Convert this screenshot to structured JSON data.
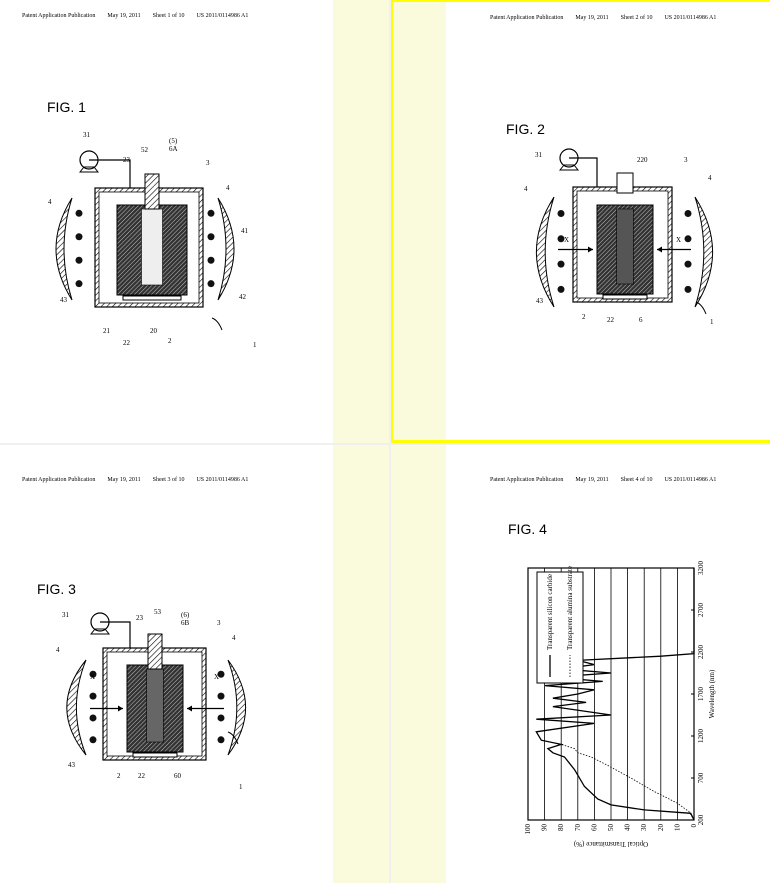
{
  "viewer": {
    "selected_page": 2
  },
  "pages": [
    {
      "header": {
        "publication": "Patent Application Publication",
        "date": "May 19, 2011",
        "sheet": "Sheet 1 of 10",
        "number": "US 2011/0114986 A1"
      },
      "figure_title": "FIG. 1",
      "labels": [
        "31",
        "52",
        "(5)",
        "6A",
        "23",
        "3",
        "4",
        "4",
        "41",
        "43",
        "42",
        "21",
        "22",
        "20",
        "2",
        "1"
      ]
    },
    {
      "header": {
        "publication": "Patent Application Publication",
        "date": "May 19, 2011",
        "sheet": "Sheet 2 of 10",
        "number": "US 2011/0114986 A1"
      },
      "figure_title": "FIG. 2",
      "labels": [
        "31",
        "220",
        "3",
        "4",
        "4",
        "X",
        "X",
        "43",
        "2",
        "22",
        "6",
        "1"
      ]
    },
    {
      "header": {
        "publication": "Patent Application Publication",
        "date": "May 19, 2011",
        "sheet": "Sheet 3 of 10",
        "number": "US 2011/0114986 A1"
      },
      "figure_title": "FIG. 3",
      "labels": [
        "31",
        "23",
        "53",
        "(6)",
        "6B",
        "3",
        "4",
        "4",
        "X",
        "X",
        "43",
        "2",
        "22",
        "60",
        "1"
      ]
    },
    {
      "header": {
        "publication": "Patent Application Publication",
        "date": "May 19, 2011",
        "sheet": "Sheet 4 of 10",
        "number": "US 2011/0114986 A1"
      },
      "figure_title": "FIG. 4"
    }
  ],
  "chart_data": {
    "type": "line",
    "title": "FIG. 4",
    "xlabel": "Wavelength (nm)",
    "ylabel": "Optical Transmittance (%)",
    "xlim": [
      200,
      3200
    ],
    "ylim": [
      0,
      100
    ],
    "xticks": [
      200,
      700,
      1200,
      1700,
      2200,
      2700,
      3200
    ],
    "yticks": [
      0,
      10,
      20,
      30,
      40,
      50,
      60,
      70,
      80,
      90,
      100
    ],
    "grid": true,
    "legend_position": "top-left",
    "series": [
      {
        "name": "Transparent silicon carbide",
        "style": "solid",
        "x": [
          200,
          280,
          320,
          380,
          450,
          600,
          800,
          950,
          1000,
          1050,
          1100,
          1150,
          1250,
          1350,
          1400,
          1450,
          1550,
          1600,
          1650,
          1700,
          1750,
          1800,
          1850,
          1900,
          1950,
          2000,
          2050,
          2100,
          2150,
          2180,
          3200
        ],
        "y": [
          0,
          2,
          30,
          50,
          58,
          66,
          72,
          78,
          85,
          88,
          80,
          92,
          95,
          60,
          95,
          50,
          85,
          65,
          85,
          70,
          60,
          90,
          55,
          85,
          50,
          80,
          60,
          70,
          20,
          0,
          0
        ]
      },
      {
        "name": "Transparent alumina substrate",
        "style": "dotted",
        "x": [
          200,
          300,
          400,
          550,
          700,
          850,
          950,
          1000,
          1050,
          1100
        ],
        "y": [
          0,
          3,
          10,
          25,
          38,
          52,
          62,
          70,
          72,
          80
        ]
      }
    ]
  }
}
